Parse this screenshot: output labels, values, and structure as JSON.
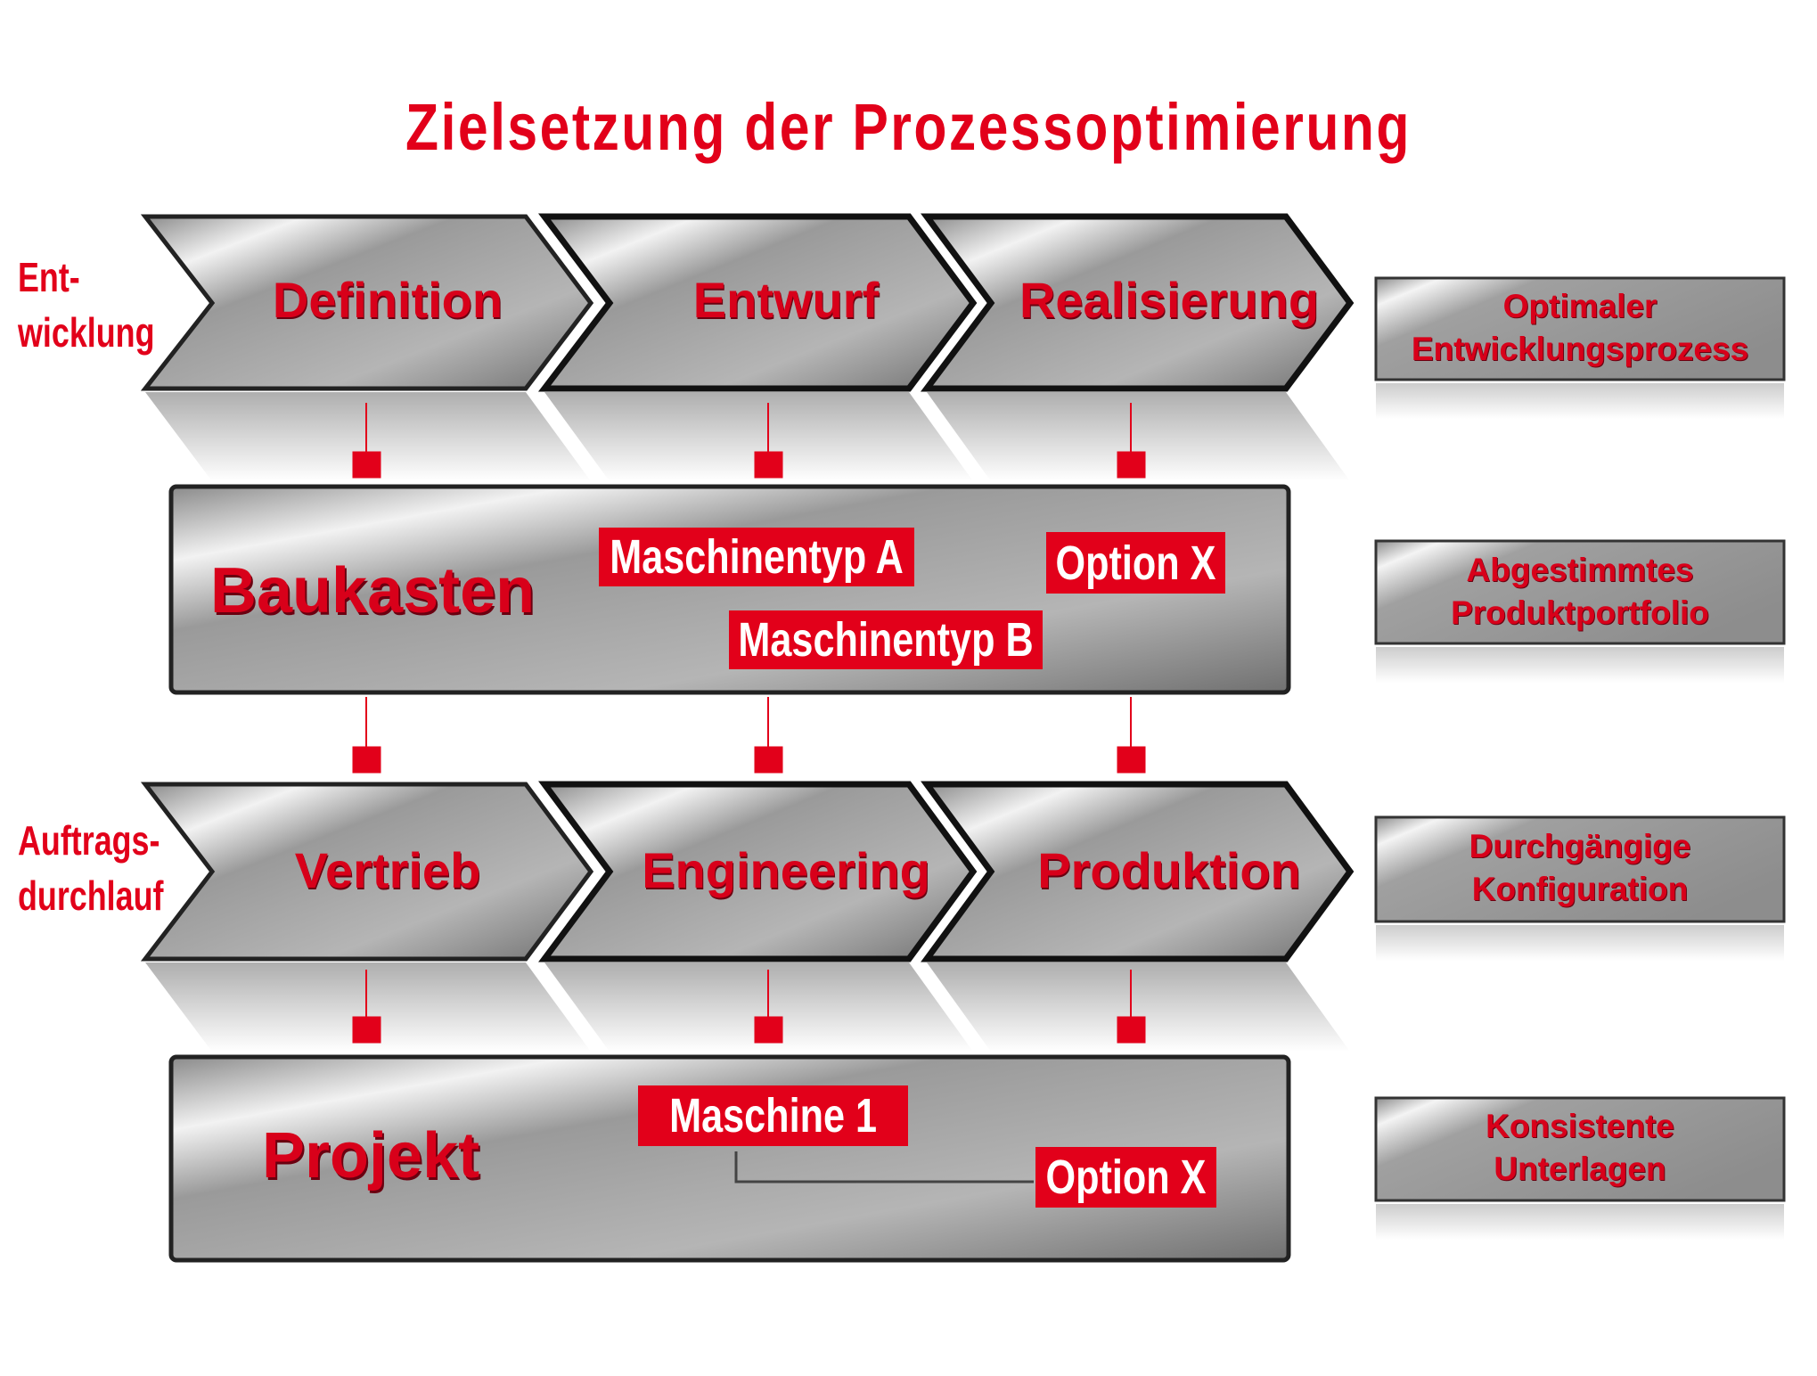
{
  "title": "Zielsetzung der Prozessoptimierung",
  "row1": {
    "label_line1": "Ent-",
    "label_line2": "wicklung",
    "steps": [
      "Definition",
      "Entwurf",
      "Realisierung"
    ]
  },
  "baukasten": {
    "label": "Baukasten",
    "tags": [
      "Maschinentyp A",
      "Option X",
      "Maschinentyp B"
    ]
  },
  "row2": {
    "label_line1": "Auftrags-",
    "label_line2": "durchlauf",
    "steps": [
      "Vertrieb",
      "Engineering",
      "Produktion"
    ]
  },
  "projekt": {
    "label": "Projekt",
    "tags": [
      "Maschine 1",
      "Option X"
    ]
  },
  "goals": [
    {
      "line1": "Optimaler",
      "line2": "Entwicklungsprozess"
    },
    {
      "line1": "Abgestimmtes",
      "line2": "Produktportfolio"
    },
    {
      "line1": "Durchgängige",
      "line2": "Konfiguration"
    },
    {
      "line1": "Konsistente",
      "line2": "Unterlagen"
    }
  ],
  "colors": {
    "accent": "#e2001a",
    "metal_light": "#e0e0e0",
    "metal_dark": "#6e6e6e"
  }
}
